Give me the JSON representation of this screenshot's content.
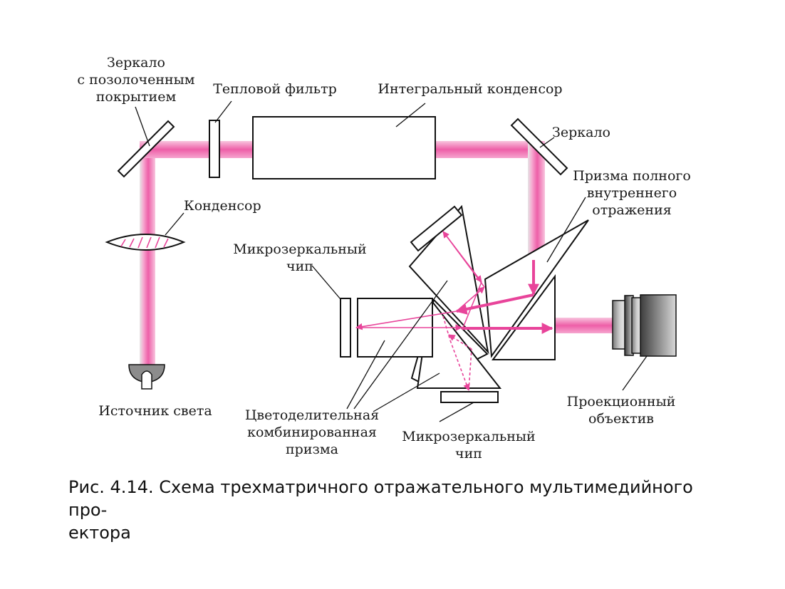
{
  "labels": {
    "gold_mirror": [
      "Зеркало",
      "с позолоченным",
      "покрытием"
    ],
    "heat_filter": "Тепловой фильтр",
    "integral_condenser": "Интегральный конденсор",
    "mirror": "Зеркало",
    "tir_prism": [
      "Призма полного",
      "внутреннего",
      "отражения"
    ],
    "condenser": "Конденсор",
    "dmd_chip_left": [
      "Микрозеркальный",
      "чип"
    ],
    "light_source": "Источник света",
    "color_prism": [
      "Цветоделительная",
      "комбинированная",
      "призма"
    ],
    "dmd_chip_bottom": [
      "Микрозеркальный",
      "чип"
    ],
    "projection_lens": [
      "Проекционный",
      "объектив"
    ]
  },
  "caption": {
    "line1": "Рис. 4.14. Схема трехматричного  отражательного мультимедийного про-",
    "line2": "ектора"
  },
  "colors": {
    "beam": "#f06fb3",
    "beam_edge": "#d9d9d9",
    "ray": "#e8449a",
    "outline": "#111111"
  }
}
